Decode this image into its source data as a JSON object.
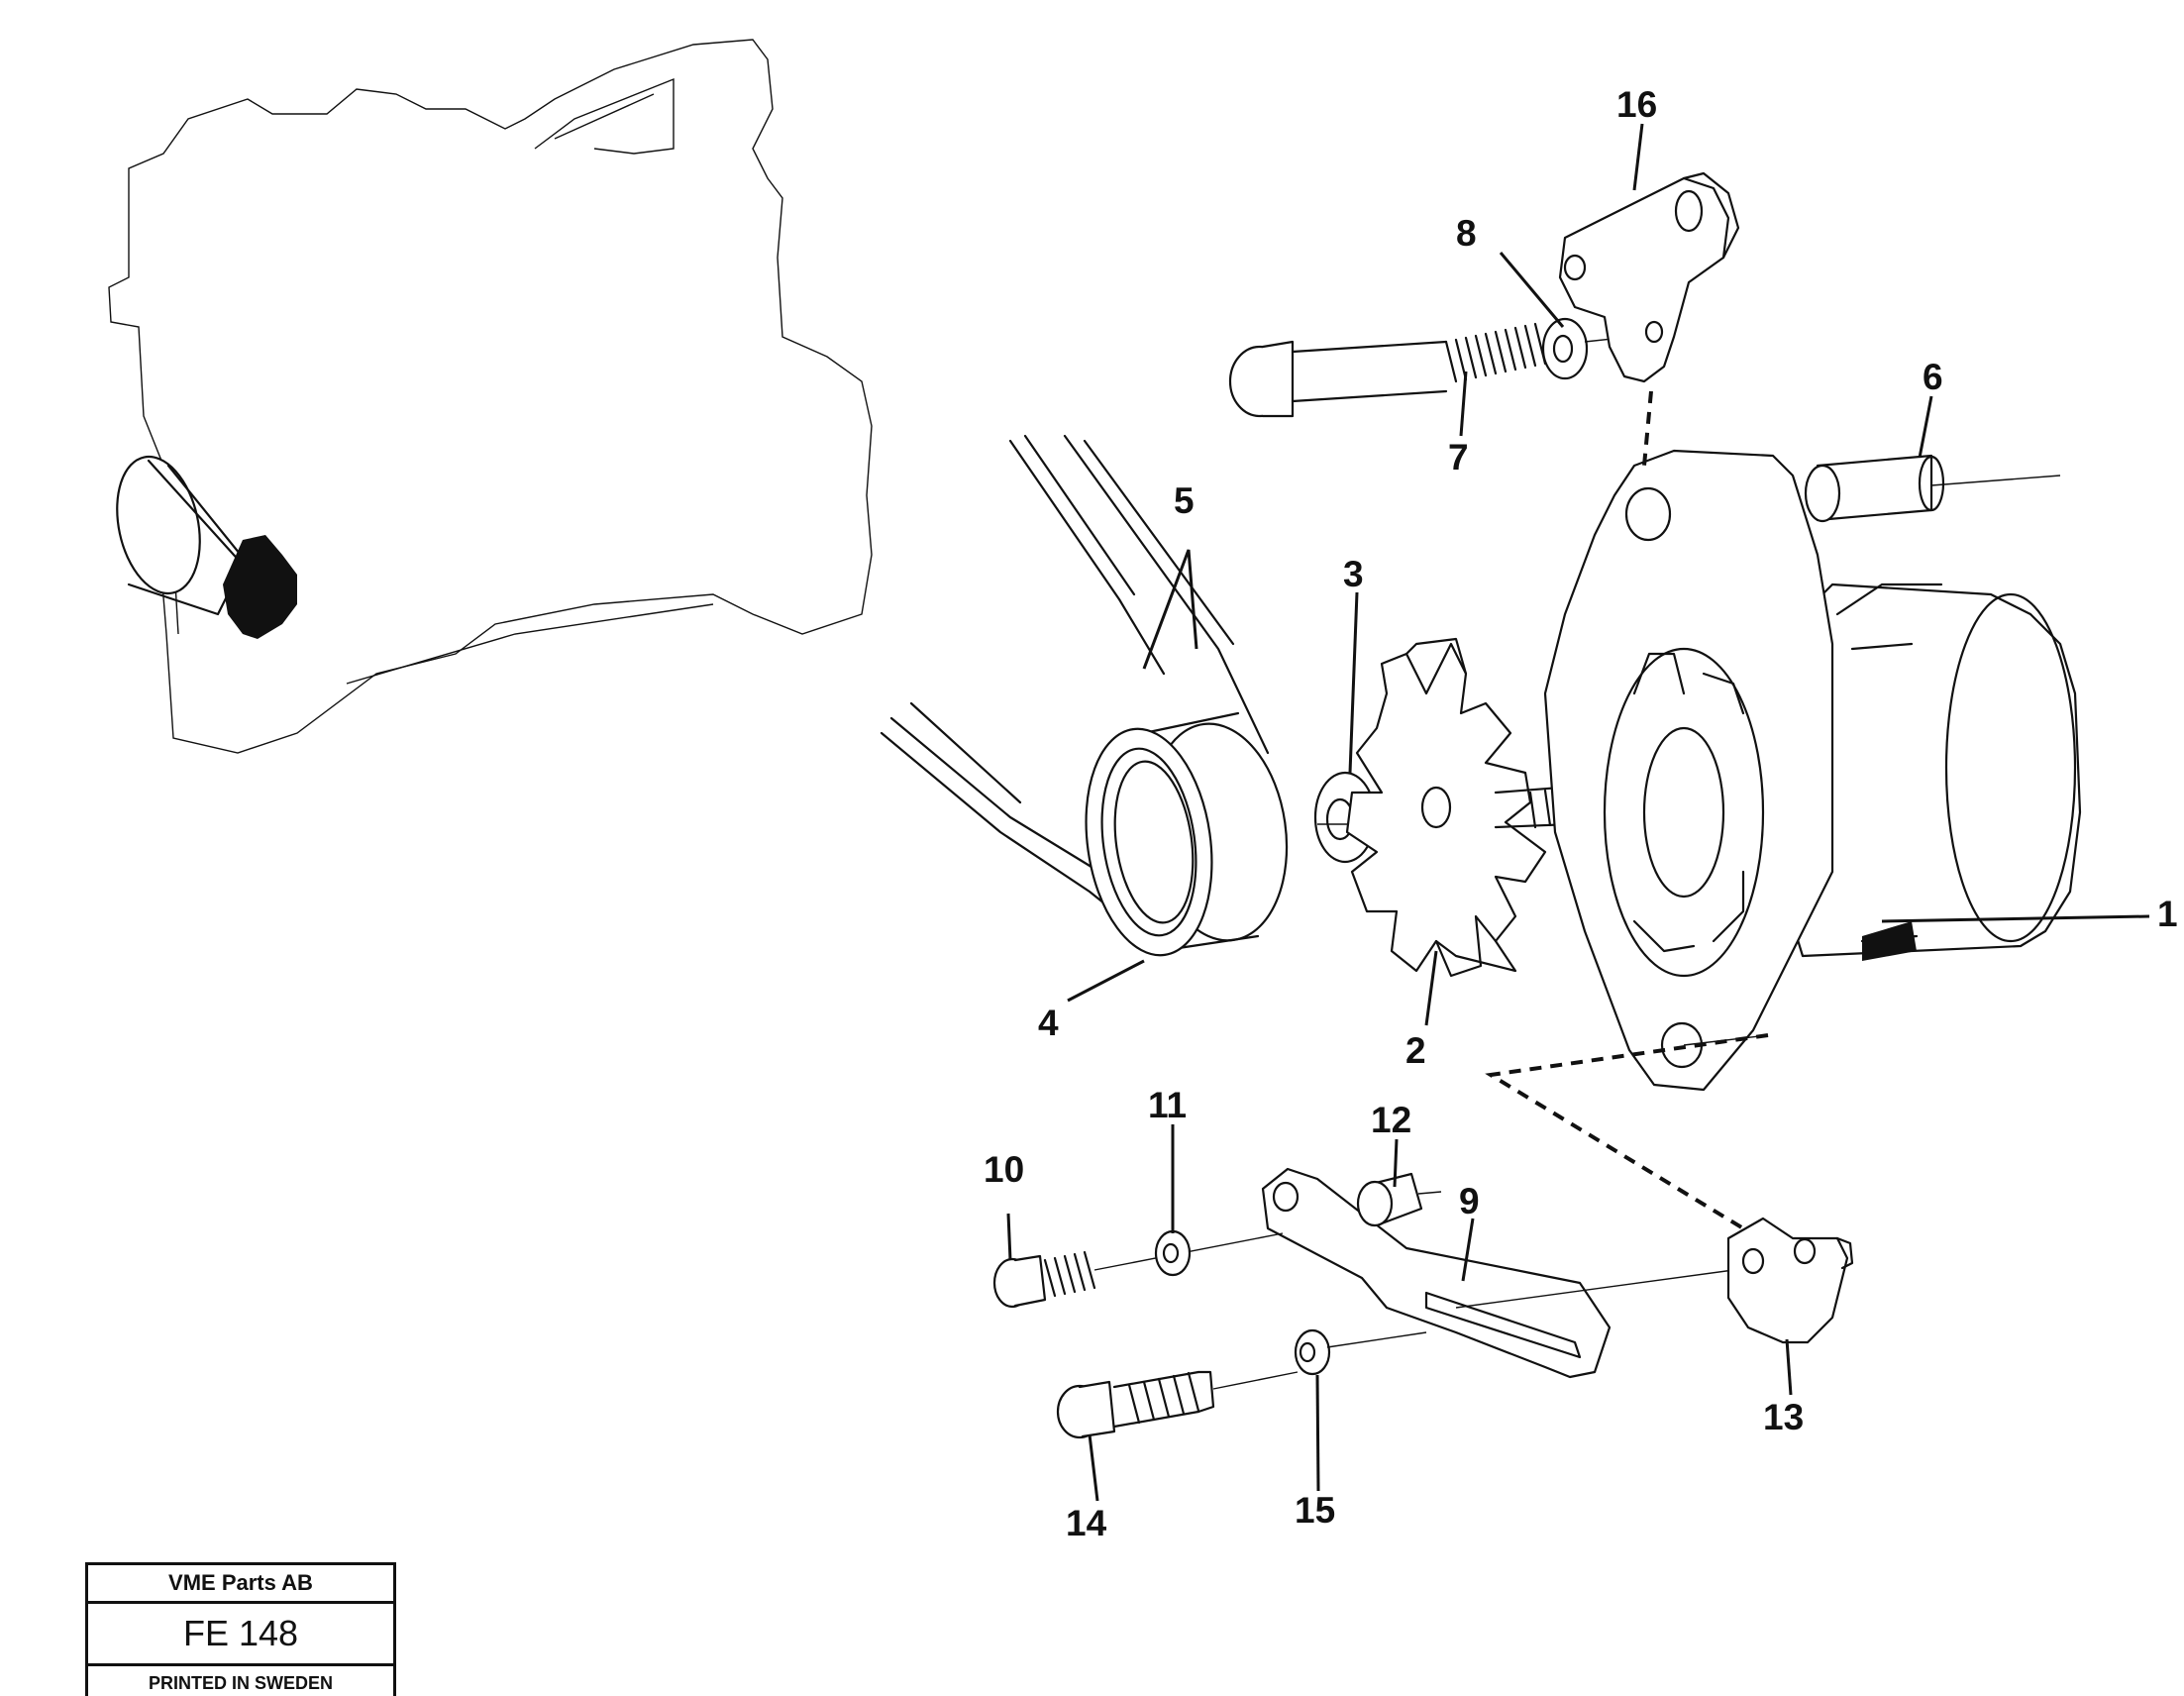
{
  "callouts": {
    "c1": "1",
    "c2": "2",
    "c3": "3",
    "c4": "4",
    "c5": "5",
    "c6": "6",
    "c7": "7",
    "c8": "8",
    "c9": "9",
    "c10": "10",
    "c11": "11",
    "c12": "12",
    "c13": "13",
    "c14": "14",
    "c15": "15",
    "c16": "16"
  },
  "title_block": {
    "company": "VME Parts AB",
    "code": "FE 148",
    "printed": "PRINTED IN SWEDEN"
  }
}
